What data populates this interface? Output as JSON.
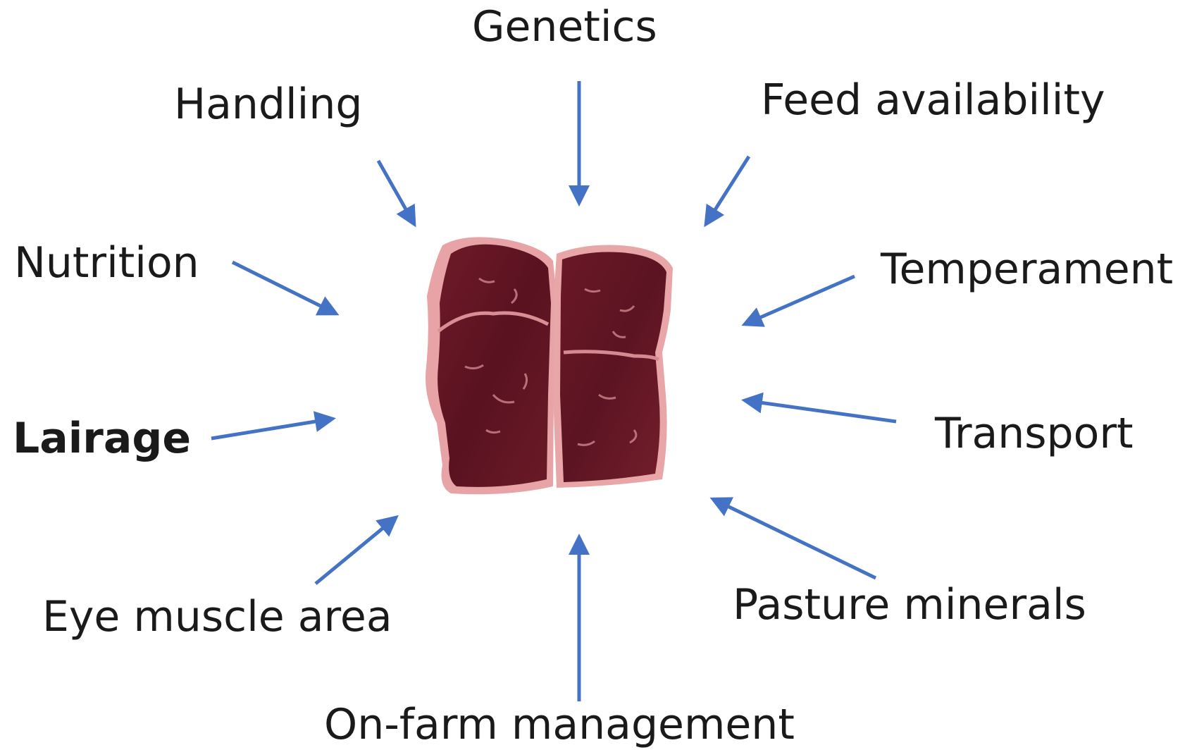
{
  "diagram": {
    "center": {
      "icon": "steak-icon"
    },
    "factors": [
      {
        "id": "genetics",
        "text": "Genetics",
        "bold": false
      },
      {
        "id": "handling",
        "text": "Handling",
        "bold": false
      },
      {
        "id": "feed-availability",
        "text": "Feed availability",
        "bold": false
      },
      {
        "id": "nutrition",
        "text": "Nutrition",
        "bold": false
      },
      {
        "id": "temperament",
        "text": "Temperament",
        "bold": false
      },
      {
        "id": "lairage",
        "text": "Lairage",
        "bold": true
      },
      {
        "id": "transport",
        "text": "Transport",
        "bold": false
      },
      {
        "id": "eye-muscle-area",
        "text": "Eye muscle area",
        "bold": false
      },
      {
        "id": "pasture-minerals",
        "text": "Pasture minerals",
        "bold": false
      },
      {
        "id": "on-farm-management",
        "text": "On-farm management",
        "bold": false
      }
    ],
    "colors": {
      "arrow": "#4472c4",
      "text": "#1a1a1a",
      "meat_dark": "#5e1420",
      "meat_mid": "#7a2230",
      "fat": "#e8a0a4"
    }
  }
}
